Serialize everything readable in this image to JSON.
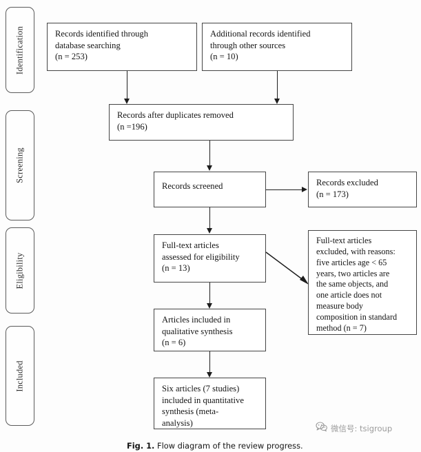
{
  "figure": {
    "type": "prisma-flow-diagram",
    "caption_number": "Fig. 1.",
    "caption_text": "Flow diagram of the review progress."
  },
  "stages": [
    {
      "id": "identification",
      "label": "Identification"
    },
    {
      "id": "screening",
      "label": "Screening"
    },
    {
      "id": "eligibility",
      "label": "Eligibility"
    },
    {
      "id": "included",
      "label": "Included"
    }
  ],
  "boxes": {
    "database_records": {
      "text": "Records identified through\ndatabase searching\n(n = 253)",
      "n": 253
    },
    "other_records": {
      "text": "Additional records identified\nthrough other sources\n(n = 10)",
      "n": 10
    },
    "duplicates_removed": {
      "text": "Records after duplicates removed\n(n =196)",
      "n": 196
    },
    "records_screened": {
      "text": "Records screened",
      "n": null
    },
    "records_excluded": {
      "text": "Records excluded\n(n = 173)",
      "n": 173
    },
    "fulltext_assessed": {
      "text": "Full-text articles\nassessed for eligibility\n(n = 13)",
      "n": 13
    },
    "fulltext_excluded": {
      "text": "Full-text articles\nexcluded, with reasons:\nfive articles age < 65\nyears, two articles are\nthe same objects, and\none article does not\nmeasure body\ncomposition in standard\nmethod (n = 7)",
      "n": 7
    },
    "qualitative_synthesis": {
      "text": "Articles included in\nqualitative synthesis\n(n = 6)",
      "n": 6
    },
    "quantitative_synthesis": {
      "text": "Six articles (7 studies)\nincluded in quantitative\nsynthesis (meta-\nanalysis)",
      "n": 6
    }
  },
  "watermark": {
    "icon": "wechat-icon",
    "text": "微信号: tsigroup"
  },
  "colors": {
    "page_background": "#fdfdfd",
    "box_border": "#444444",
    "stage_border": "#5a5a5a",
    "connector": "#1d1d1d",
    "text": "#141414"
  }
}
